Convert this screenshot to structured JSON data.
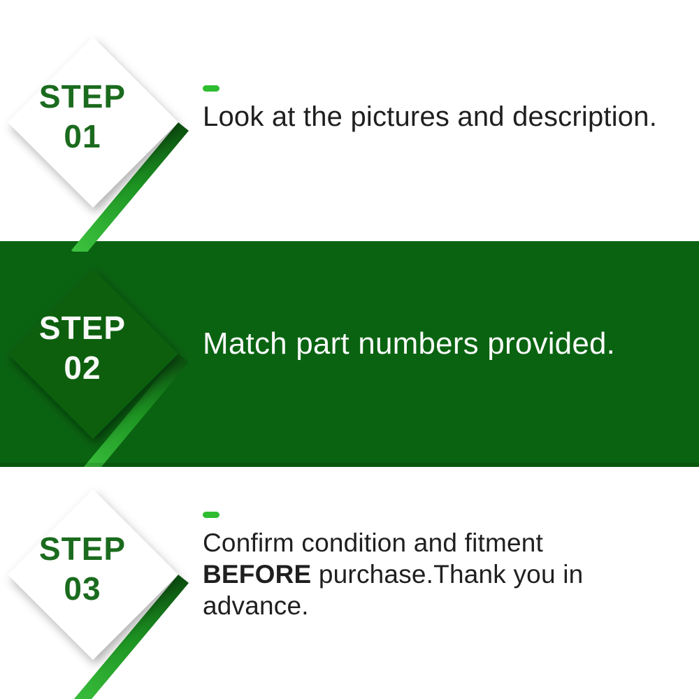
{
  "poster": {
    "kind": "three-step instruction infographic",
    "colors": {
      "band_green": "#0A6311",
      "step_heading_green": "#1B6B1E",
      "accent_bright_green": "#2EBD30",
      "ribbon_gradient": [
        "#0C5410",
        "#1D9422",
        "#3DC33F"
      ],
      "body_text": "#1F1F1F",
      "light_text": "#FAFBFA",
      "background": "#FFFFFF"
    }
  },
  "steps": [
    {
      "label": "STEP",
      "number": "01",
      "description": "Look at the pictures and description."
    },
    {
      "label": "STEP",
      "number": "02",
      "description": "Match part numbers provided."
    },
    {
      "label": "STEP",
      "number": "03",
      "description_prefix": "Confirm condition and fitment ",
      "description_bold": "BEFORE",
      "description_suffix": " purchase.Thank you in advance."
    }
  ]
}
